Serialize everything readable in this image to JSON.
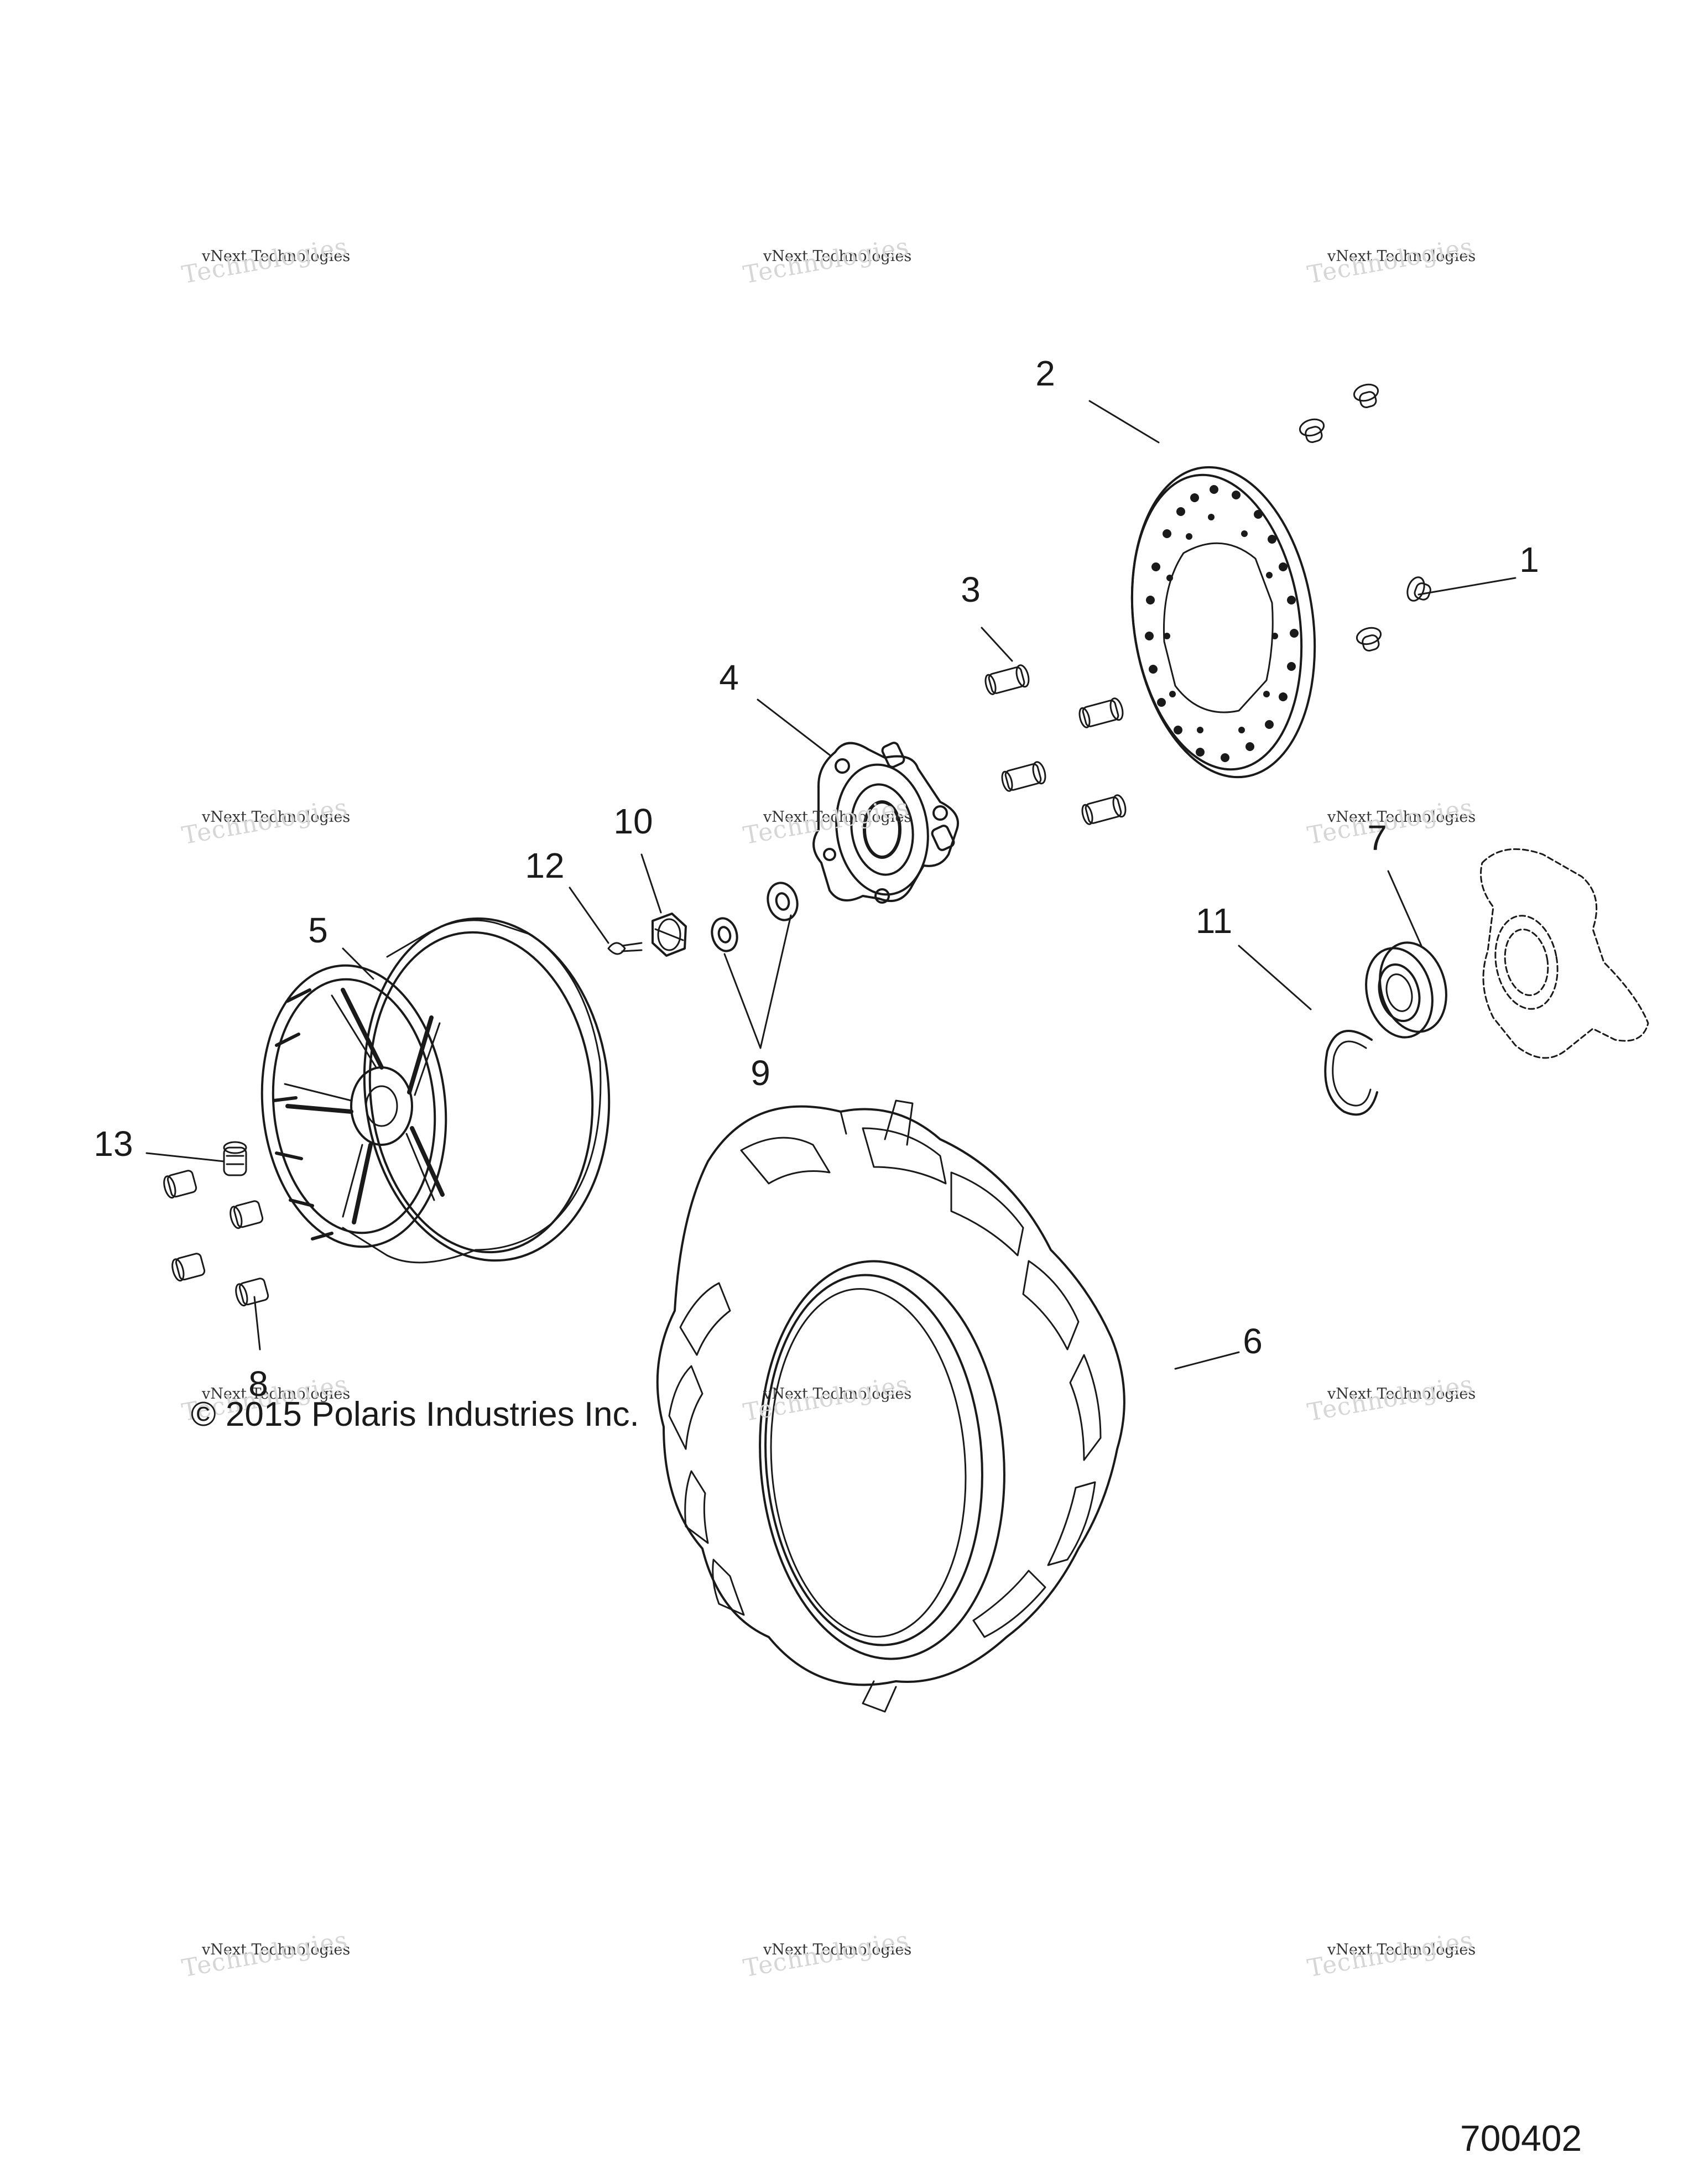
{
  "watermark": {
    "line1": "vNext Technologies",
    "line2": "Technologies"
  },
  "callouts": {
    "c1": "1",
    "c2": "2",
    "c3": "3",
    "c4": "4",
    "c5": "5",
    "c6": "6",
    "c7": "7",
    "c8": "8",
    "c9": "9",
    "c10": "10",
    "c11": "11",
    "c12": "12",
    "c13": "13"
  },
  "copyright": "© 2015 Polaris Industries Inc.",
  "document_id": "700402"
}
